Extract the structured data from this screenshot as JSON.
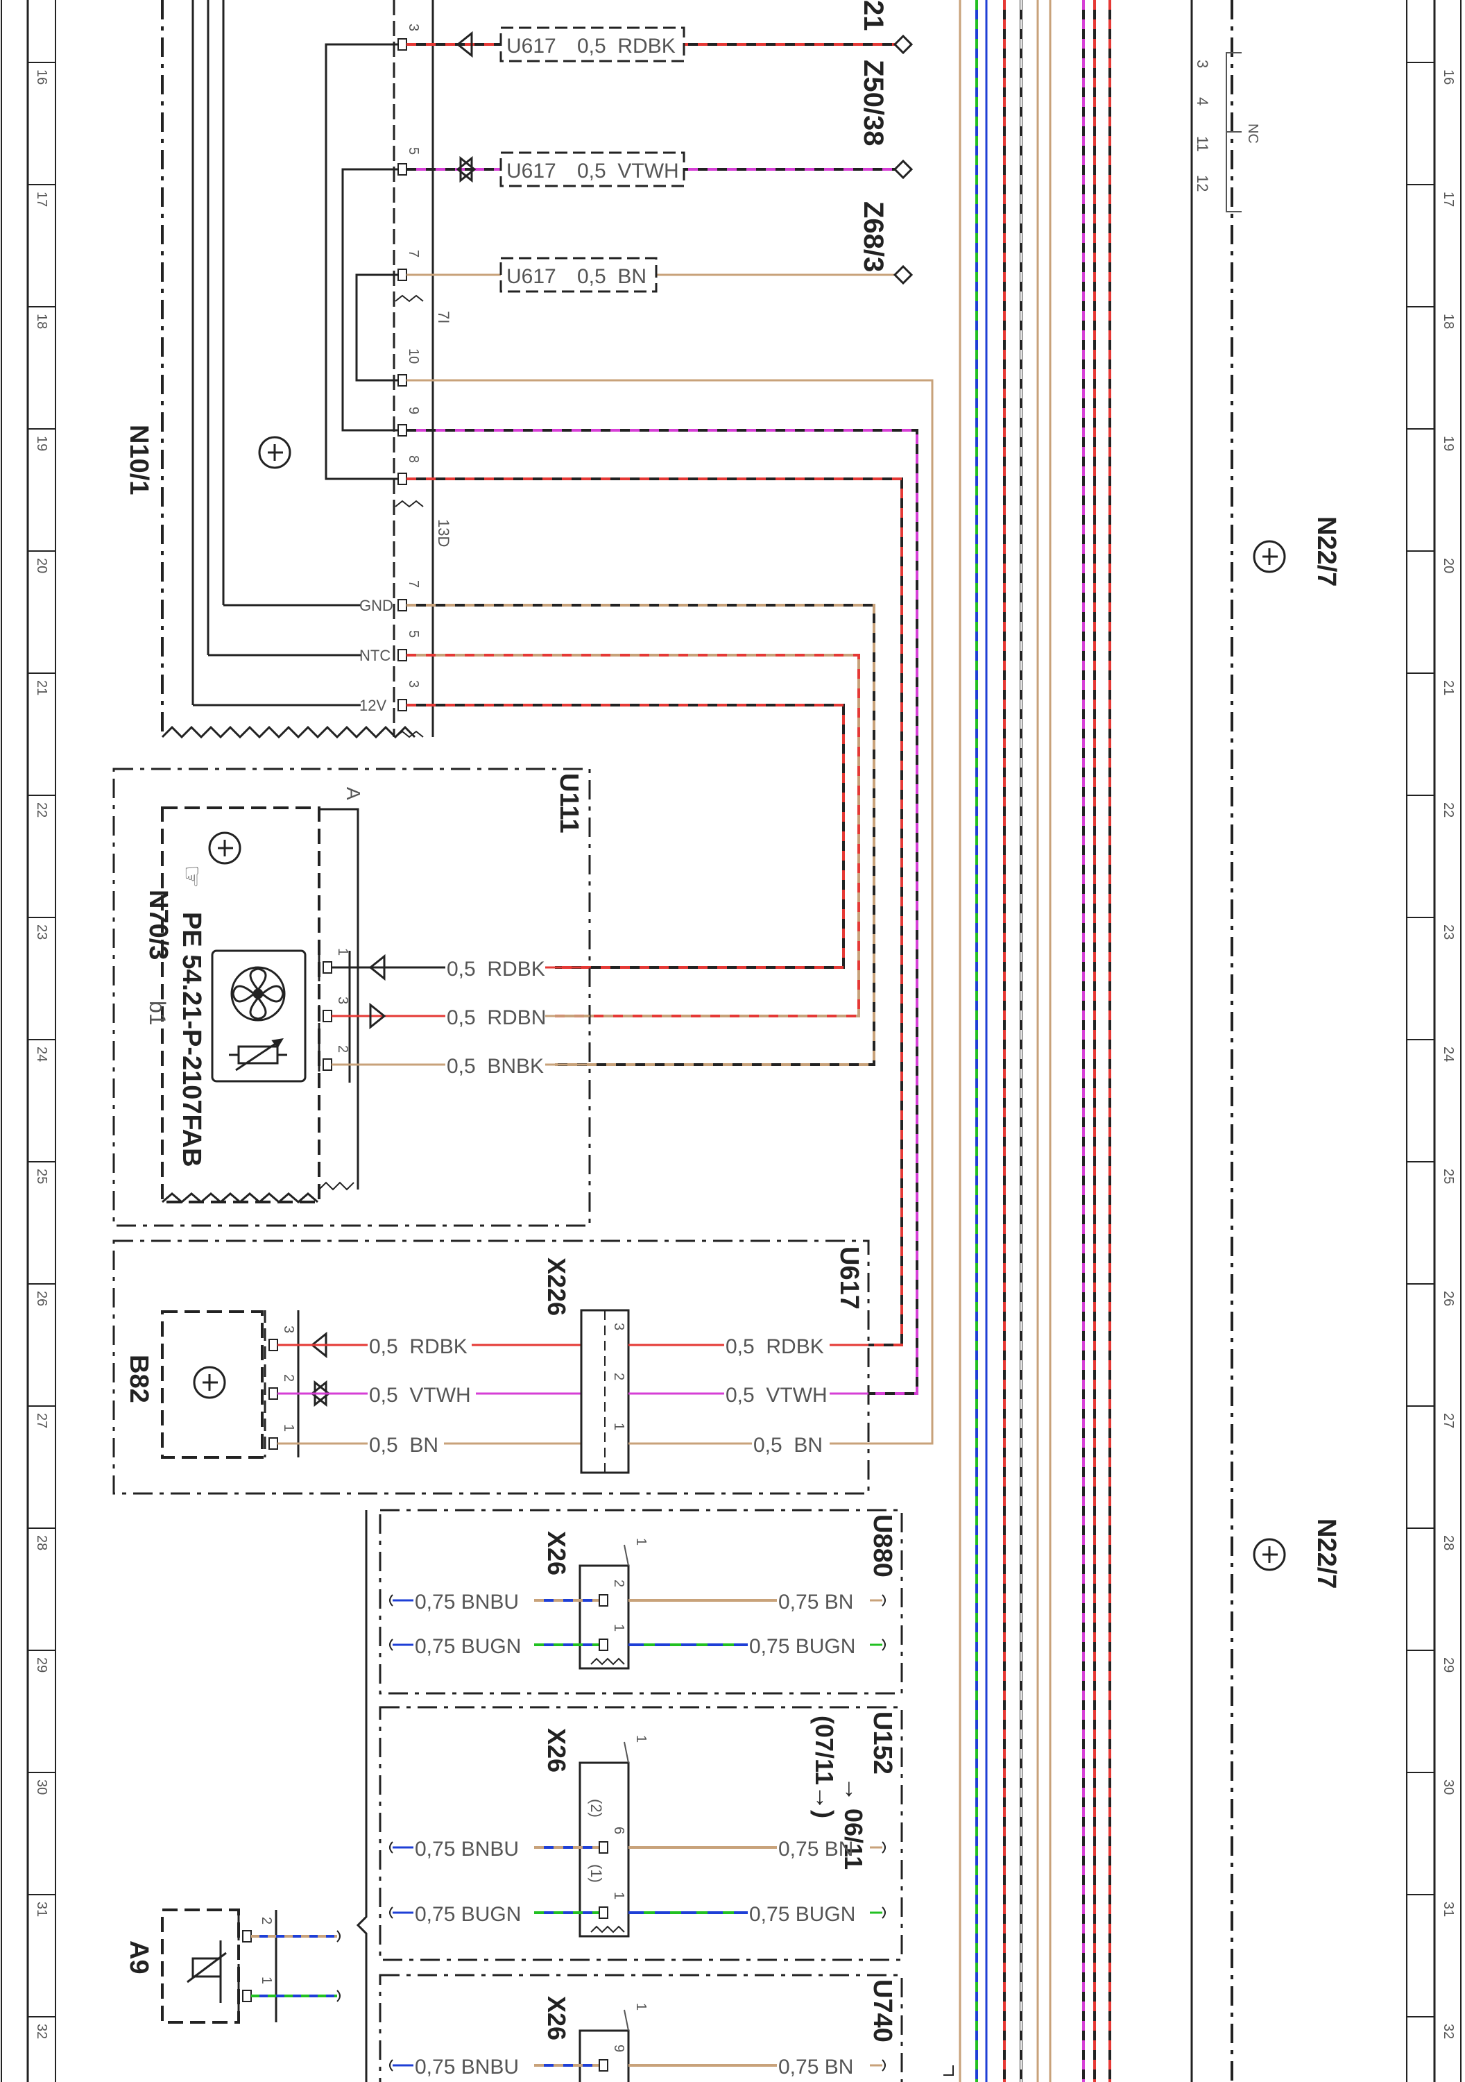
{
  "sheet": {
    "row_numbers": [
      "16",
      "17",
      "18",
      "19",
      "20",
      "21",
      "22",
      "23",
      "24",
      "25",
      "26",
      "27",
      "28",
      "29",
      "30",
      "31",
      "32"
    ]
  },
  "colors": {
    "RD": "#e53935",
    "BK": "#222222",
    "BN": "#c8a27a",
    "VT": "#d63fd6",
    "WH": "#ffffff",
    "BU": "#1e3fd6",
    "GN": "#22c022",
    "frame": "#222222"
  },
  "components": {
    "N10_1": {
      "id": "N10/1",
      "connector": "13D",
      "pin_labels": [
        "GND",
        "NTC",
        "12V"
      ],
      "pins_top": [
        "3",
        "5",
        "7"
      ],
      "pins_mid": [
        "10",
        "9",
        "8"
      ],
      "pins_gnd": [
        "7",
        "5",
        "3"
      ],
      "conn7": "7I"
    },
    "N70_3": {
      "id": "N70/3",
      "sub": "b1",
      "ref": "PE 54.21-P-2107FAB",
      "harness": "U111",
      "node": "A",
      "pins": [
        "1",
        "3",
        "2"
      ],
      "wires": [
        "0,5  RDBK",
        "0,5  RDBN",
        "0,5  BNBK"
      ]
    },
    "B82": {
      "id": "B82",
      "harness": "U617",
      "connector": "X226",
      "pins": [
        "3",
        "2",
        "1"
      ],
      "wires": [
        "0,5  RDBK",
        "0,5  VTWH",
        "0,5  BN"
      ]
    },
    "A9": {
      "id": "A9",
      "pins": [
        "2",
        "1"
      ]
    },
    "N22_7": {
      "id": "N22/7"
    },
    "nc_bracket": {
      "label": "NC",
      "pins": [
        "3",
        "4",
        "11",
        "12"
      ]
    }
  },
  "top_wires": [
    {
      "harness": "U617",
      "label": "0,5  RDBK",
      "target": "21"
    },
    {
      "harness": "U617",
      "label": "0,5  VTWH",
      "target": "Z50/38"
    },
    {
      "harness": "U617",
      "label": "0,5  BN",
      "target": "Z68/3"
    }
  ],
  "x26_blocks": [
    {
      "harness": "U880",
      "connector": "X26",
      "date": "",
      "pins": [
        "2",
        "1"
      ],
      "alt_pins": [],
      "left": [
        "0,75  BNBU",
        "0,75  BUGN"
      ],
      "right": [
        "0,75  BN",
        "0,75  BUGN"
      ]
    },
    {
      "harness": "U152",
      "connector": "X26",
      "date": "→ 06/11",
      "date2": "(07/11→)",
      "pins": [
        "6",
        "1"
      ],
      "alt_pins": [
        "(2)",
        "(1)"
      ],
      "left": [
        "0,75  BNBU",
        "0,75  BUGN"
      ],
      "right": [
        "0,75  BN",
        "0,75  BUGN"
      ]
    },
    {
      "harness": "U740",
      "connector": "X26",
      "date": "",
      "pins": [
        "9"
      ],
      "alt_pins": [],
      "left": [
        "0,75  BNBU"
      ],
      "right": [
        "0,75  BN"
      ]
    }
  ]
}
